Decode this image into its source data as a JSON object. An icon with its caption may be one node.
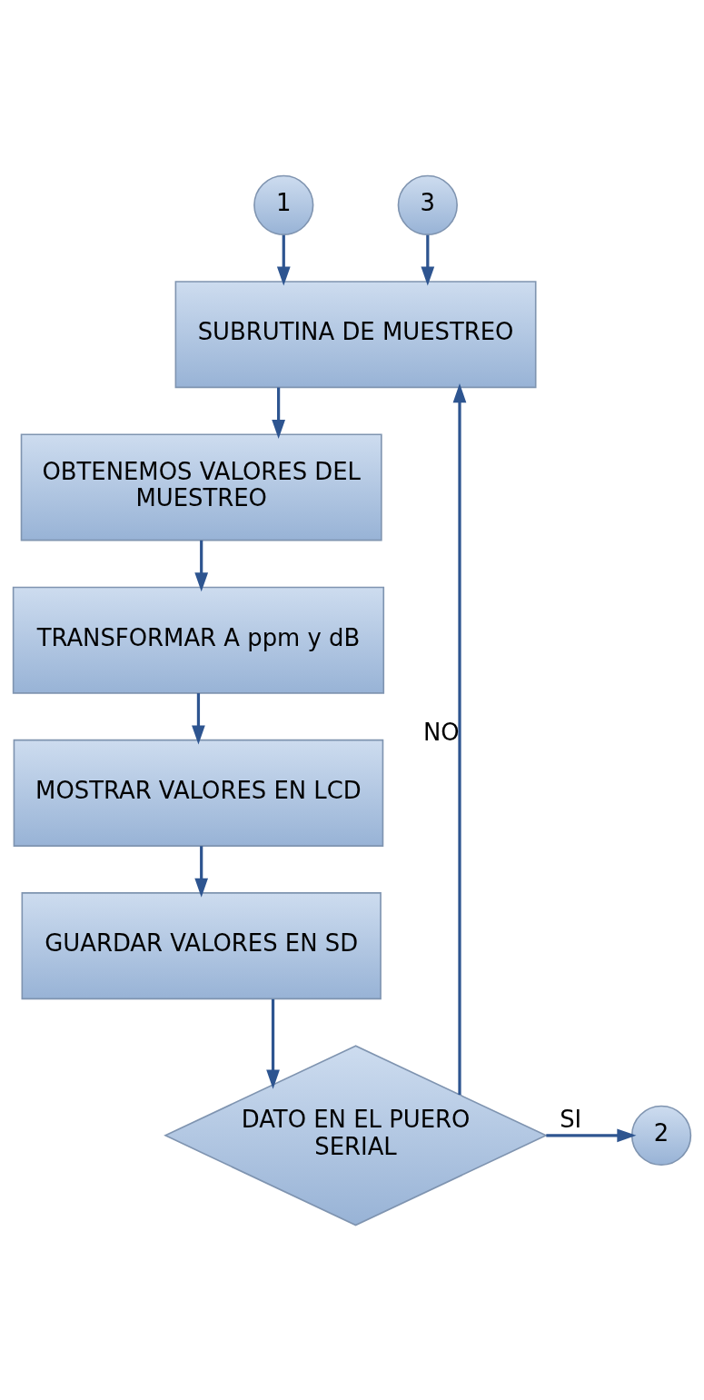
{
  "diagram": {
    "nodes": [
      {
        "text": [
          "1"
        ]
      },
      {
        "text": [
          "3"
        ]
      },
      {
        "text": [
          "SUBRUTINA DE MUESTREO"
        ]
      },
      {
        "text": [
          "OBTENEMOS VALORES DEL MUESTREO"
        ]
      },
      {
        "text": [
          "TRANSFORMAR A ppm y dB"
        ]
      },
      {
        "text": [
          "MOSTRAR VALORES EN LCD"
        ]
      },
      {
        "text": [
          "GUARDAR VALORES EN SD"
        ]
      },
      {
        "text": [
          "DATO EN EL PUERO SERIAL"
        ]
      },
      {
        "text": [
          "2"
        ]
      }
    ],
    "edges": [
      {
        "from": 0,
        "to": 2,
        "arrow": "to"
      },
      {
        "from": 1,
        "to": 2,
        "arrow": "to"
      },
      {
        "from": 2,
        "to": 3,
        "arrow": "to"
      },
      {
        "from": 3,
        "to": 4,
        "arrow": "to"
      },
      {
        "from": 4,
        "to": 5,
        "arrow": "to"
      },
      {
        "from": 5,
        "to": 6,
        "arrow": "to"
      },
      {
        "from": 6,
        "to": 7,
        "arrow": "to"
      },
      {
        "from": 7,
        "to": 8,
        "arrow": "to",
        "label": "SI"
      },
      {
        "from": 7,
        "to": 2,
        "arrow": "to",
        "label": "NO"
      }
    ]
  }
}
